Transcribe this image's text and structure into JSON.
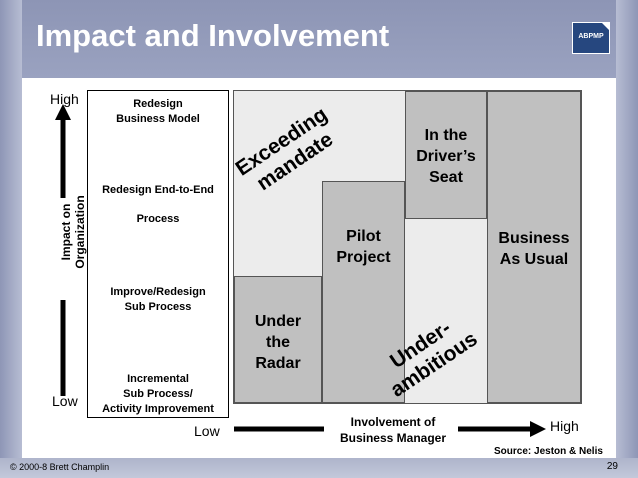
{
  "slide": {
    "title": "Impact and Involvement",
    "logo": {
      "text": "ABPMP",
      "icon": "abpmp-logo-icon"
    }
  },
  "y_axis": {
    "high": "High",
    "low": "Low",
    "label_line1": "Impact on",
    "label_line2": "Organization"
  },
  "levels": [
    {
      "line1": "Redesign",
      "line2": "Business Model"
    },
    {
      "line1": "Redesign End-to-End",
      "line2": ""
    },
    {
      "line1": "Process",
      "line2": ""
    },
    {
      "line1": "Improve/Redesign",
      "line2": "Sub Process"
    },
    {
      "line1": "Incremental",
      "line2": "Sub Process/",
      "line3": "Activity Improvement"
    }
  ],
  "quadrants": {
    "under_radar": {
      "line1": "Under",
      "line2": "the",
      "line3": "Radar"
    },
    "pilot_project": {
      "line1": "Pilot",
      "line2": "Project"
    },
    "drivers_seat": {
      "line1": "In the",
      "line2": "Driver’s",
      "line3": "Seat"
    },
    "business_as_usual": {
      "line1": "Business",
      "line2": "As Usual"
    }
  },
  "diagonal_labels": {
    "exceeding_line1": "Exceeding",
    "exceeding_line2": "mandate",
    "under_line1": "Under-",
    "under_line2": "ambitious"
  },
  "x_axis": {
    "low": "Low",
    "high": "High",
    "label_line1": "Involvement of",
    "label_line2": "Business Manager"
  },
  "source": "Source: Jeston & Nelis",
  "footer": {
    "copyright": "© 2000-8 Brett Champlin",
    "page_number": "29"
  },
  "colors": {
    "title_bar": "#8d95b5",
    "accent_logo": "#26477f",
    "cell_dark": "#c0c0c0",
    "cell_light": "#ececec"
  }
}
